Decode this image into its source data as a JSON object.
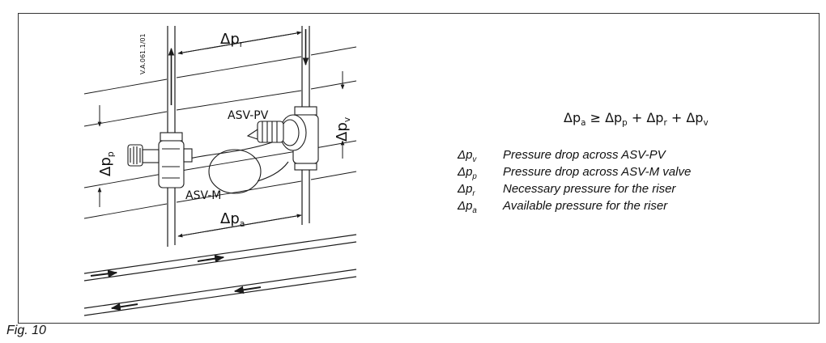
{
  "figure": {
    "code": "V.A.061.1/01",
    "caption": "Fig. 10"
  },
  "labels": {
    "dp_r": {
      "base": "Δp",
      "sub": "r"
    },
    "dp_v": {
      "base": "Δp",
      "sub": "v"
    },
    "dp_p": {
      "base": "Δp",
      "sub": "p"
    },
    "dp_a": {
      "base": "Δp",
      "sub": "a"
    },
    "asv_pv": "ASV-PV",
    "asv_m": "ASV-M"
  },
  "formula": {
    "lhs": {
      "base": "Δp",
      "sub": "a"
    },
    "op_ge": " ≥ ",
    "t1": {
      "base": "Δp",
      "sub": "p"
    },
    "plus1": " + ",
    "t2": {
      "base": "Δp",
      "sub": "r"
    },
    "plus2": " + ",
    "t3": {
      "base": "Δp",
      "sub": "v"
    }
  },
  "legend": [
    {
      "base": "Δp",
      "sub": "v",
      "text": "Pressure drop across ASV-PV"
    },
    {
      "base": "Δp",
      "sub": "p",
      "text": "Pressure drop across ASV-M valve"
    },
    {
      "base": "Δp",
      "sub": "r",
      "text": "Necessary pressure for the riser"
    },
    {
      "base": "Δp",
      "sub": "a",
      "text": "Available pressure for the riser"
    }
  ],
  "colors": {
    "line": "#1a1a1a"
  }
}
